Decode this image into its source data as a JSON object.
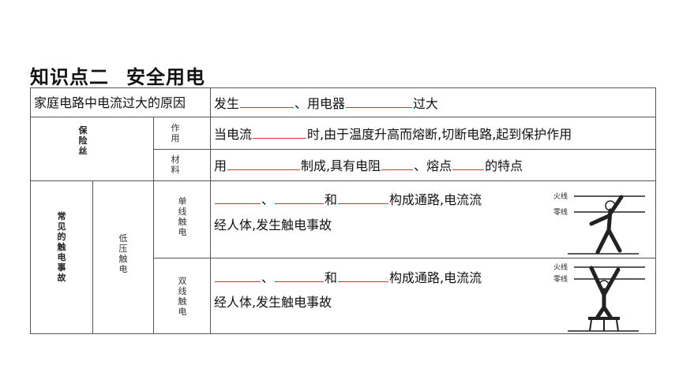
{
  "title": {
    "main": "知识点二",
    "sub": "安全用电"
  },
  "rows": {
    "overload": {
      "label": "家庭电路中电流过大的原因",
      "t1": "发生",
      "t2": "、用电器",
      "t3": "过大"
    },
    "fuse": {
      "label": "保险丝",
      "function": {
        "label": "作用",
        "t1": "当电流",
        "t2": "时,由于温度升高而熔断,切断电路,起到保护作用"
      },
      "material": {
        "label": "材料",
        "t1": "用",
        "t2": "制成,具有电阻",
        "t3": "、熔点",
        "t4": "的特点"
      }
    },
    "shock": {
      "label": "常见的触电事故",
      "low_voltage": "低压触电",
      "single": {
        "label": "单线触电",
        "sep1": "、",
        "sep2": "和",
        "t1": "构成通路,电流流",
        "t2": "经人体,发生触电事故",
        "fire_wire": "火线",
        "zero_wire": "零线"
      },
      "double": {
        "label": "双线触电",
        "sep1": "、",
        "sep2": "和",
        "t1": "构成通路,电流流",
        "t2": "经人体,发生触电事故",
        "fire_wire": "火线",
        "zero_wire": "零线"
      }
    }
  },
  "colors": {
    "blank_line": "#d83030",
    "border": "#555555"
  }
}
